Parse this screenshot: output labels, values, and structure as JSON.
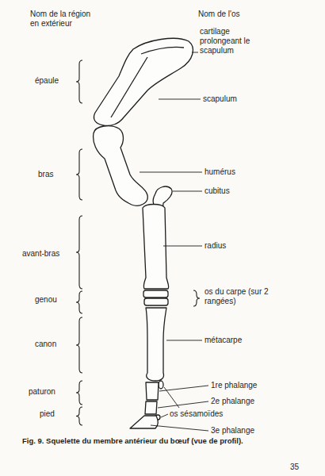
{
  "diagram": {
    "caption": "Fig. 9. Squelette du membre antérieur du bœuf (vue de profil).",
    "labels": [
      "Nom de la région en extérieur",
      "Nom de l'os",
      "cartilage prolongeant le scapulum",
      "épaule",
      "scapulum",
      "humérus",
      "bras",
      "cubitus",
      "radius",
      "avant-bras",
      "os du carpe (sur 2 rangées)",
      "genou",
      "métacarpe",
      "canon",
      "1re phalange",
      "2e phalange",
      "paturon",
      "os sésamoïdes",
      "pied",
      "3e phalange",
      "35"
    ]
  }
}
